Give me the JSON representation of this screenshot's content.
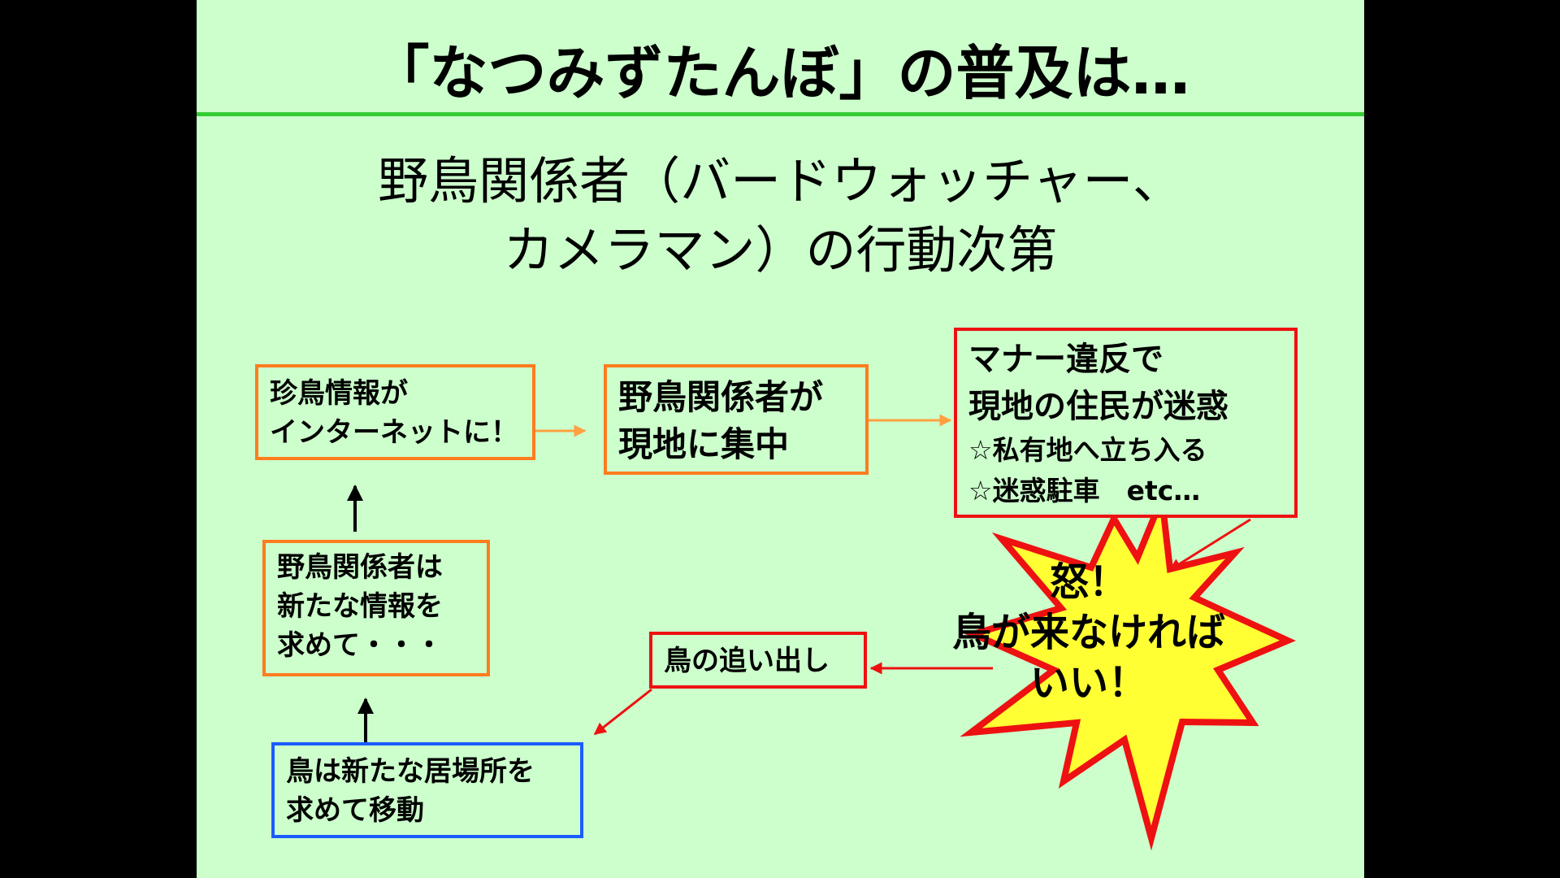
{
  "slide": {
    "title": "「なつみずたんぼ」の普及は…",
    "subtitle_lines": [
      "野鳥関係者（バードウォッチャー、",
      "カメラマン）の行動次第"
    ]
  },
  "boxes": {
    "rare_bird_info": {
      "lines": [
        "珍鳥情報が",
        "インターネットに！"
      ]
    },
    "birders_gather": {
      "lines": [
        "野鳥関係者が",
        "現地に集中"
      ]
    },
    "manner_violation": {
      "lines": [
        "マナー違反で",
        "現地の住民が迷惑",
        "☆私有地へ立ち入る",
        "☆迷惑駐車　etc…"
      ]
    },
    "birders_seek_info": {
      "lines": [
        "野鳥関係者は",
        "新たな情報を",
        "求めて・・・"
      ]
    },
    "bird_chasing": {
      "lines": [
        "鳥の追い出し"
      ]
    },
    "birds_move": {
      "lines": [
        "鳥は新たな居場所を",
        "求めて移動"
      ]
    }
  },
  "burst": {
    "lines": [
      "怒！",
      "鳥が来なければ",
      "いい！"
    ]
  },
  "colors": {
    "background": "#ccffcc",
    "title_rule": "#33cc33",
    "orange_border": "#ff7c1f",
    "red_border": "#ee1111",
    "blue_border": "#1a5cff",
    "burst_fill": "#ffff33"
  }
}
